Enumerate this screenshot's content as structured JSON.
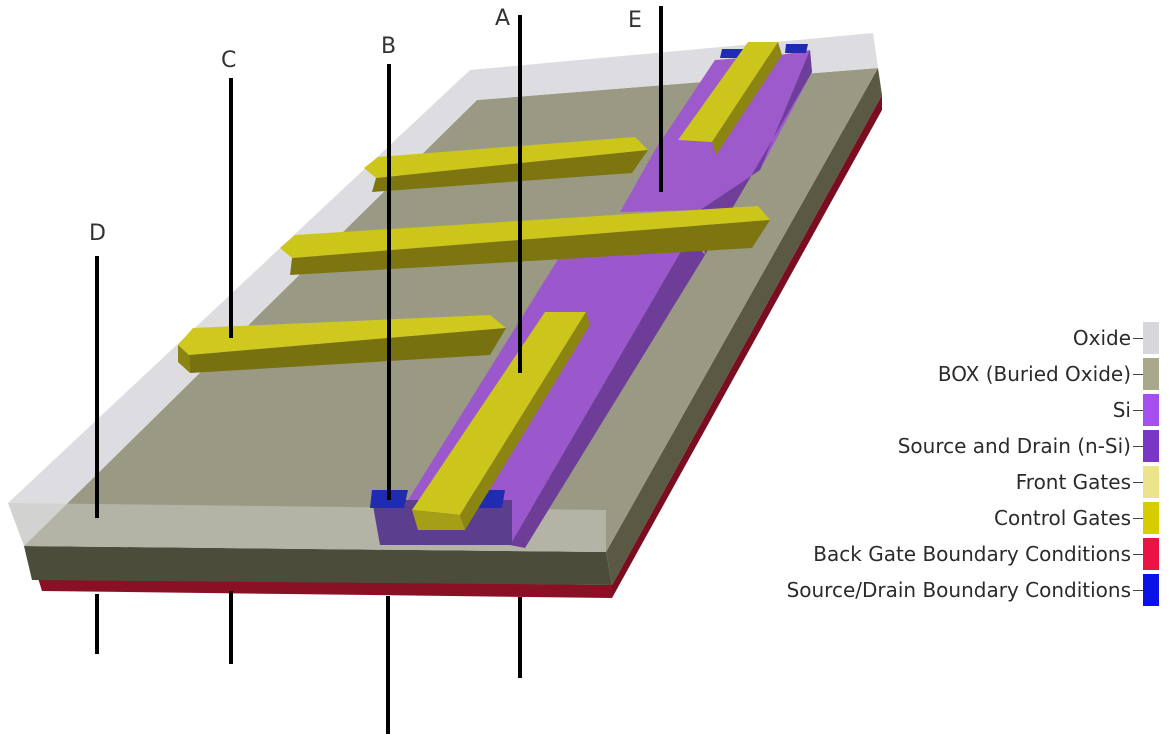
{
  "callouts": {
    "a": "A",
    "b": "B",
    "c": "C",
    "d": "D",
    "e": "E"
  },
  "legend": [
    {
      "label": "Oxide",
      "color": "#d7d7db"
    },
    {
      "label": "BOX (Buried Oxide)",
      "color": "#a8a98a"
    },
    {
      "label": "Si",
      "color": "#a64ff0"
    },
    {
      "label": "Source and Drain (n-Si)",
      "color": "#7a36c4"
    },
    {
      "label": "Front Gates",
      "color": "#ece48a"
    },
    {
      "label": "Control Gates",
      "color": "#d6cc00"
    },
    {
      "label": "Back Gate Boundary Conditions",
      "color": "#ee1144"
    },
    {
      "label": "Source/Drain Boundary Conditions",
      "color": "#0a12e6"
    }
  ]
}
